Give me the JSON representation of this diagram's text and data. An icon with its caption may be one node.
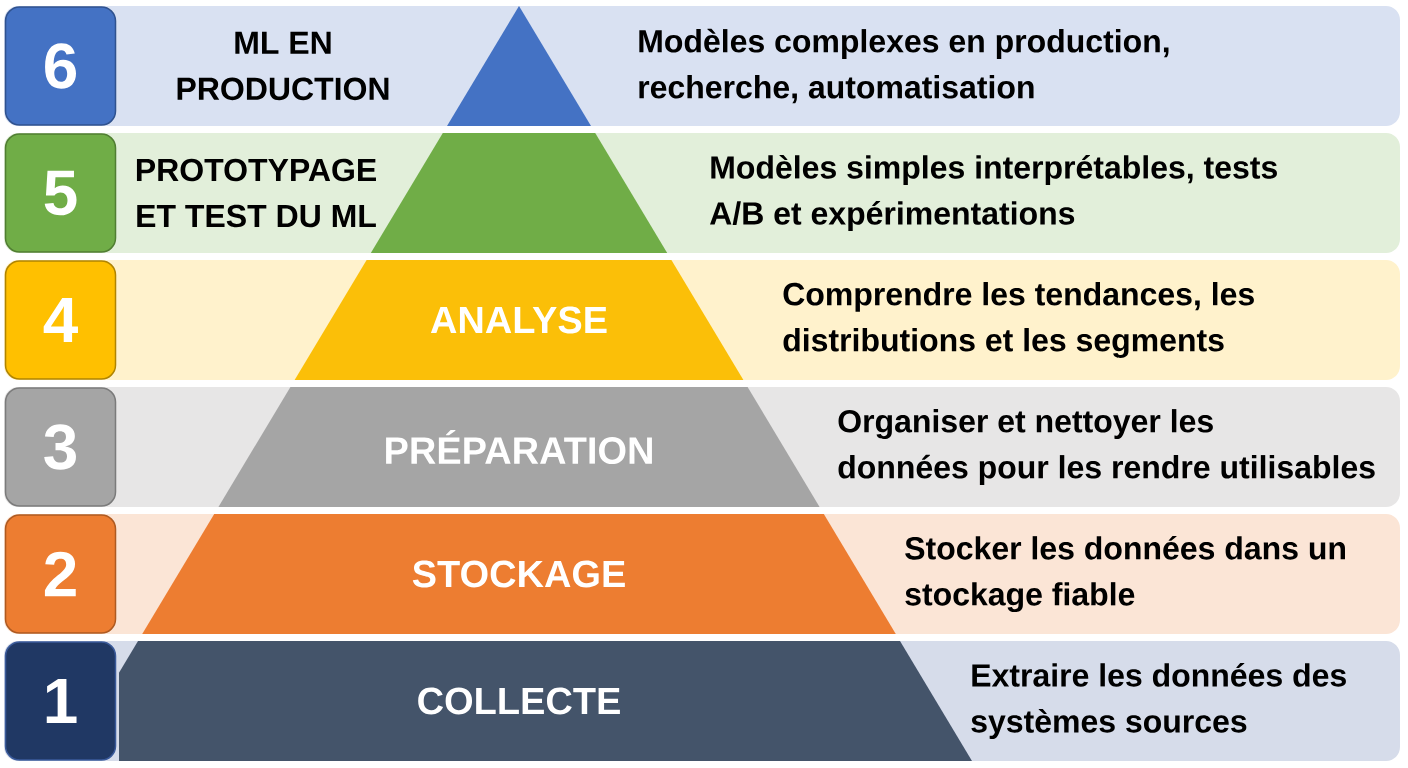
{
  "diagram": {
    "nodes": [
      {
        "text": [
          "ML EN PRODUCTION",
          "Modèles complexes en production, recherche, automatisation"
        ]
      },
      {
        "text": [
          "6"
        ],
        "in": 0
      },
      {
        "text": [],
        "shape": "triangle",
        "in": 0
      },
      {
        "text": [
          "PROTOTYPAGE ET TEST DU ML",
          "Modèles simples interprétables, tests A/B et expérimentations"
        ]
      },
      {
        "text": [
          "5"
        ],
        "in": 3
      },
      {
        "text": [],
        "shape": "trapezoid",
        "in": 3
      },
      {
        "text": [
          "Comprendre les tendances, les distributions et les segments"
        ]
      },
      {
        "text": [
          "4"
        ],
        "in": 6
      },
      {
        "text": [
          "ANALYSE"
        ],
        "in": 6
      },
      {
        "text": [
          "Organiser et nettoyer les données pour les rendre utilisables"
        ]
      },
      {
        "text": [
          "3"
        ],
        "in": 9
      },
      {
        "text": [
          "PRÉPARATION"
        ],
        "in": 9
      },
      {
        "text": [
          "Stocker les données dans un stockage fiable"
        ]
      },
      {
        "text": [
          "2"
        ],
        "in": 12
      },
      {
        "text": [
          "STOCKAGE"
        ],
        "in": 12
      },
      {
        "text": [
          "Extraire les données des systèmes sources"
        ]
      },
      {
        "text": [
          "1"
        ],
        "in": 15
      },
      {
        "text": [
          "COLLECTE"
        ],
        "in": 15
      }
    ]
  }
}
